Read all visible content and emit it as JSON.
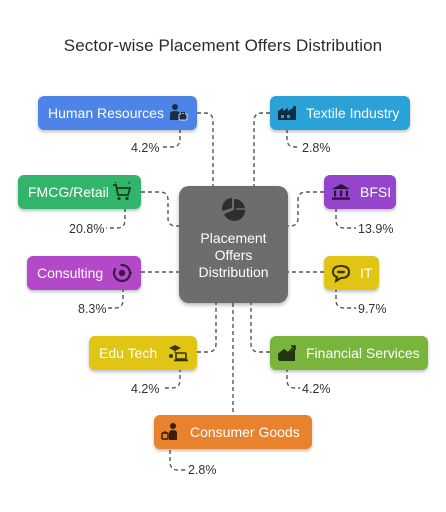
{
  "title": "Sector-wise Placement Offers Distribution",
  "center": {
    "label": "Placement Offers Distribution",
    "icon": "pie-chart-icon"
  },
  "sectors": [
    {
      "key": "hr",
      "label": "Human Resources",
      "percent": "4.2%",
      "color": "#4e84e8",
      "icon": "person-briefcase-icon"
    },
    {
      "key": "textile",
      "label": "Textile Industry",
      "percent": "2.8%",
      "color": "#2aa2d8",
      "icon": "factory-icon"
    },
    {
      "key": "fmcg",
      "label": "FMCG/Retail",
      "percent": "20.8%",
      "color": "#32b56a",
      "icon": "shopping-cart-icon"
    },
    {
      "key": "bfsi",
      "label": "BFSI",
      "percent": "13.9%",
      "color": "#9544cc",
      "icon": "bank-icon"
    },
    {
      "key": "consulting",
      "label": "Consulting",
      "percent": "8.3%",
      "color": "#b348c8",
      "icon": "target-icon"
    },
    {
      "key": "it",
      "label": "IT",
      "percent": "9.7%",
      "color": "#e1c514",
      "icon": "chat-bubble-icon"
    },
    {
      "key": "edutech",
      "label": "Edu Tech",
      "percent": "4.2%",
      "color": "#e1c514",
      "icon": "graduation-laptop-icon"
    },
    {
      "key": "financial",
      "label": "Financial Services",
      "percent": "4.2%",
      "color": "#79b43c",
      "icon": "growth-chart-icon"
    },
    {
      "key": "consumer",
      "label": "Consumer Goods",
      "percent": "2.8%",
      "color": "#e8822c",
      "icon": "shopper-icon"
    }
  ]
}
